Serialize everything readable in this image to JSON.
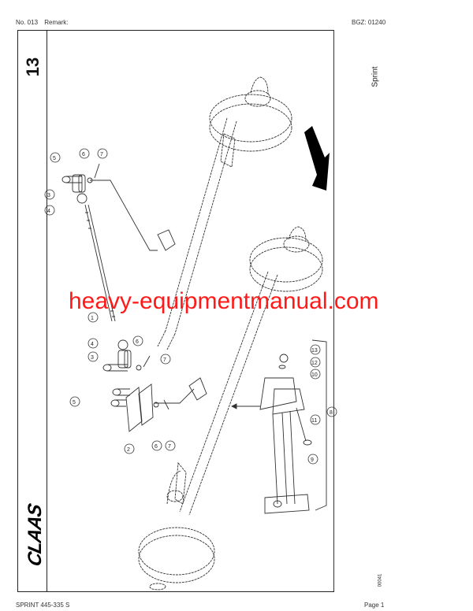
{
  "header": {
    "number": "No. 013",
    "remark_label": "Remark:",
    "bgz": "BGZ: 01240"
  },
  "section": {
    "number": "13",
    "title": "Sprint"
  },
  "brand": {
    "logo_text": "CLAAS"
  },
  "drawing": {
    "drawing_id": "00041",
    "direction_arrow": "arrow-down-right-icon",
    "callouts": [
      "1",
      "2",
      "3",
      "4",
      "5",
      "6",
      "7",
      "8",
      "9",
      "10",
      "11",
      "12",
      "13"
    ]
  },
  "watermark": {
    "text": "heavy-equipmentmanual.com",
    "color": "#ff1a1a"
  },
  "footer": {
    "model": "SPRINT 445-335 S",
    "page": "Page 1"
  }
}
